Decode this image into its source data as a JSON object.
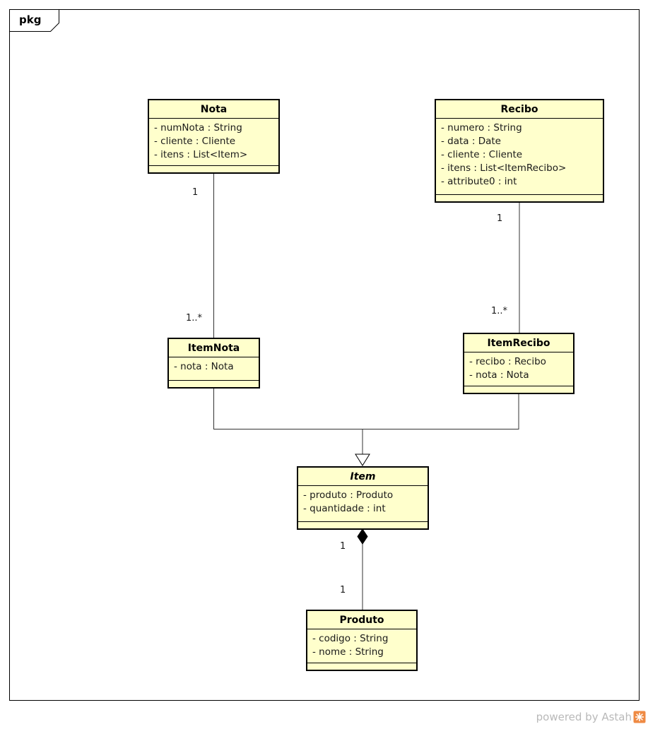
{
  "frame": {
    "tab_label": "pkg"
  },
  "diagram": {
    "classes": [
      {
        "name": "Nota",
        "abstract": false,
        "attributes": [
          "- numNota : String",
          "- cliente : Cliente",
          "- itens : List<Item>"
        ]
      },
      {
        "name": "Recibo",
        "abstract": false,
        "attributes": [
          "- numero : String",
          "- data : Date",
          "- cliente : Cliente",
          "- itens : List<ItemRecibo>",
          "- attribute0 : int"
        ]
      },
      {
        "name": "ItemNota",
        "abstract": false,
        "attributes": [
          "- nota : Nota"
        ]
      },
      {
        "name": "ItemRecibo",
        "abstract": false,
        "attributes": [
          "- recibo : Recibo",
          "- nota : Nota"
        ]
      },
      {
        "name": "Item",
        "abstract": true,
        "attributes": [
          "- produto : Produto",
          "- quantidade : int"
        ]
      },
      {
        "name": "Produto",
        "abstract": false,
        "attributes": [
          "- codigo : String",
          "- nome : String"
        ]
      }
    ],
    "relationships": {
      "nota_itemnota": {
        "type": "association",
        "source_multiplicity": "1",
        "target_multiplicity": "1..*"
      },
      "recibo_itemrecibo": {
        "type": "association",
        "source_multiplicity": "1",
        "target_multiplicity": "1..*"
      },
      "itemnota_itemrecibo_item": {
        "type": "generalization"
      },
      "item_produto": {
        "type": "composition",
        "source_multiplicity": "1",
        "target_multiplicity": "1"
      }
    }
  },
  "colors": {
    "class_fill": "#FFFFCC",
    "class_border": "#000000",
    "line": "#333333",
    "watermark_text": "#B9B9B9",
    "logo_orange": "#EF8A43"
  },
  "watermark": {
    "text": "powered by Astah"
  }
}
